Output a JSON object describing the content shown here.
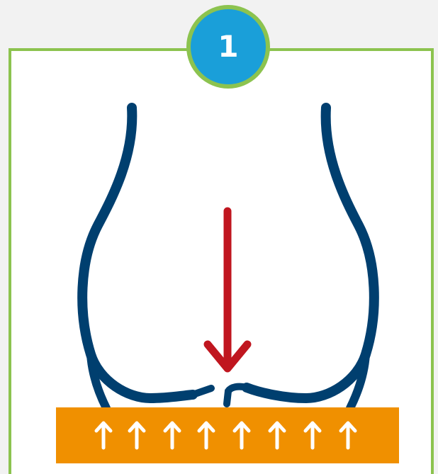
{
  "step_badge": {
    "number": "1",
    "ring_color": "#8cc34f",
    "fill_color": "#1a9fd9"
  },
  "panel": {
    "border_color": "#8cc34f",
    "background": "#ffffff"
  },
  "illustration": {
    "subject": "buttocks-outline-seated-on-cushion",
    "outline_color": "#003f6f",
    "load_arrow": {
      "direction": "down",
      "color": "#c0161f"
    },
    "cushion": {
      "color": "#f09000",
      "counter_arrow_direction": "up",
      "counter_arrow_count": 8,
      "counter_arrow_color": "#ffffff"
    }
  }
}
